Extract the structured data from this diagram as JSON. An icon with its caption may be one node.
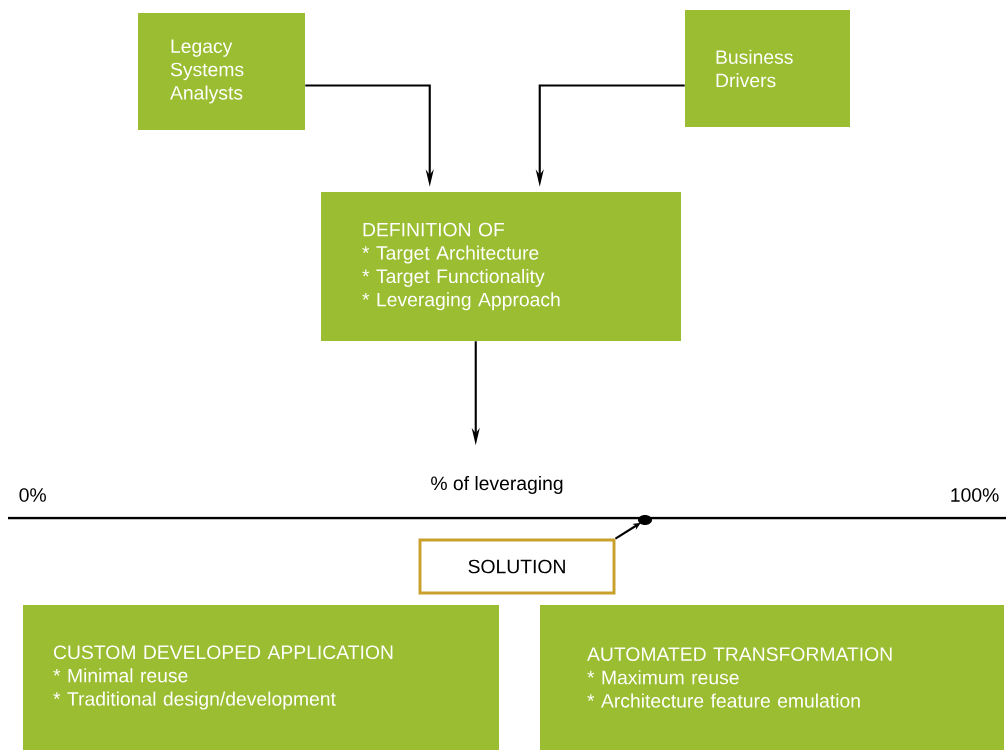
{
  "diagram": {
    "nodes": [
      {
        "text": [
          "Legacy Systems Analysts"
        ]
      },
      {
        "text": [
          "Business Drivers"
        ]
      },
      {
        "text": [
          "DEFINITION OF",
          "* Target Architecture",
          "* Target Functionality",
          "* Leveraging Approach"
        ]
      },
      {
        "text": [
          "% of leveraging"
        ]
      },
      {
        "text": [],
        "shape": "circle"
      },
      {
        "text": [
          "SOLUTION"
        ]
      },
      {
        "text": [
          "CUSTOM DEVELOPED APPLICATION",
          "* Minimal reuse",
          "* Traditional design/development"
        ]
      },
      {
        "text": [
          "AUTOMATED TRANSFORMATION",
          "* Maximum reuse",
          "* Architecture feature emulation"
        ]
      }
    ],
    "edges": [
      {
        "from": 0,
        "to": 2,
        "arrow": "to"
      },
      {
        "from": 1,
        "to": 2,
        "arrow": "to"
      },
      {
        "from": 2,
        "to": 3,
        "arrow": "to"
      },
      {
        "from": 5,
        "to": 4,
        "arrow": "to"
      }
    ],
    "labels": [
      "0%",
      "100%"
    ]
  }
}
